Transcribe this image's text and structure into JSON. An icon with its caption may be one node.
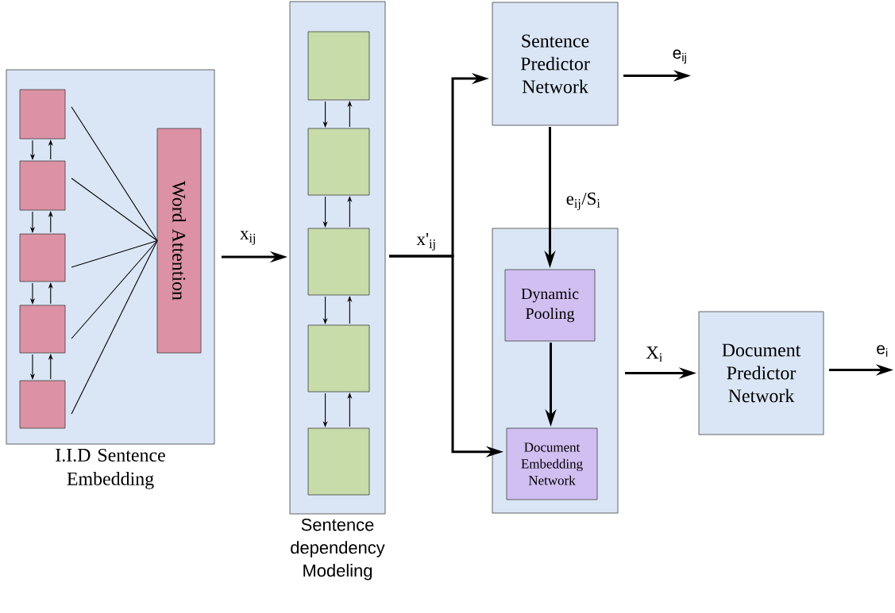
{
  "diagram": {
    "nodes": [
      {
        "text": [
          "I.I.D Sentence Embedding"
        ]
      },
      {
        "text": [],
        "shape": "box",
        "in": 0
      },
      {
        "text": [],
        "shape": "box",
        "in": 0
      },
      {
        "text": [],
        "shape": "box",
        "in": 0
      },
      {
        "text": [],
        "shape": "box",
        "in": 0
      },
      {
        "text": [],
        "shape": "box",
        "in": 0
      },
      {
        "text": [
          "Word Attention"
        ],
        "in": 0
      },
      {
        "text": [
          "Sentence dependency Modeling"
        ]
      },
      {
        "text": [],
        "shape": "box",
        "in": 7
      },
      {
        "text": [],
        "shape": "box",
        "in": 7
      },
      {
        "text": [],
        "shape": "box",
        "in": 7
      },
      {
        "text": [],
        "shape": "box",
        "in": 7
      },
      {
        "text": [],
        "shape": "box",
        "in": 7
      },
      {
        "text": [
          "Sentence Predictor Network"
        ]
      },
      {
        "text": [],
        "shape": "box"
      },
      {
        "text": [
          "Dynamic Pooling"
        ],
        "in": 14
      },
      {
        "text": [
          "Document Embedding Network"
        ],
        "in": 14
      },
      {
        "text": [
          "Document Predictor Network"
        ]
      }
    ],
    "edges": [
      {
        "from": 1,
        "to": 2,
        "arrow": "to"
      },
      {
        "from": 2,
        "to": 1,
        "arrow": "to"
      },
      {
        "from": 2,
        "to": 3,
        "arrow": "to"
      },
      {
        "from": 3,
        "to": 2,
        "arrow": "to"
      },
      {
        "from": 3,
        "to": 4,
        "arrow": "to"
      },
      {
        "from": 4,
        "to": 3,
        "arrow": "to"
      },
      {
        "from": 4,
        "to": 5,
        "arrow": "to"
      },
      {
        "from": 5,
        "to": 4,
        "arrow": "to"
      },
      {
        "from": 1,
        "to": 6,
        "arrow": "none"
      },
      {
        "from": 2,
        "to": 6,
        "arrow": "none"
      },
      {
        "from": 3,
        "to": 6,
        "arrow": "none"
      },
      {
        "from": 4,
        "to": 6,
        "arrow": "none"
      },
      {
        "from": 5,
        "to": 6,
        "arrow": "none"
      },
      {
        "from": 0,
        "to": 7,
        "arrow": "to",
        "label": "x$_{ij}$",
        "style": "thick"
      },
      {
        "from": 8,
        "to": 9,
        "arrow": "to"
      },
      {
        "from": 9,
        "to": 8,
        "arrow": "to"
      },
      {
        "from": 9,
        "to": 10,
        "arrow": "to"
      },
      {
        "from": 10,
        "to": 9,
        "arrow": "to"
      },
      {
        "from": 10,
        "to": 11,
        "arrow": "to"
      },
      {
        "from": 11,
        "to": 10,
        "arrow": "to"
      },
      {
        "from": 11,
        "to": 12,
        "arrow": "to"
      },
      {
        "from": 12,
        "to": 11,
        "arrow": "to"
      },
      {
        "from": 7,
        "to": 13,
        "arrow": "to",
        "label": "x'$_{ij}$",
        "style": "thick"
      },
      {
        "from": 7,
        "to": 16,
        "arrow": "to",
        "style": "thick"
      },
      {
        "from": 13,
        "to": 15,
        "arrow": "to",
        "label": "e$_{ij}$/S$_{i}$",
        "style": "thick"
      },
      {
        "from": 15,
        "to": 16,
        "arrow": "to",
        "style": "thick"
      },
      {
        "from": 14,
        "to": 17,
        "arrow": "to",
        "label": "X$_{i}$",
        "style": "thick"
      },
      {
        "from": 13,
        "to": null,
        "arrow": "to",
        "label": "e$_{ij}$",
        "style": "thick"
      },
      {
        "from": 17,
        "to": null,
        "arrow": "to",
        "label": "e$_{i}$",
        "style": "thick"
      }
    ]
  }
}
